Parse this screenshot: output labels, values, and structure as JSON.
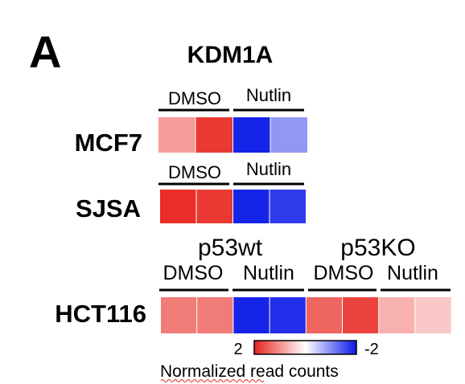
{
  "chart_data": {
    "type": "heatmap",
    "panel_label": "A",
    "title": "KDM1A",
    "legend": {
      "title": "Normalized read counts",
      "max_label": "2",
      "min_label": "-2",
      "range": [
        -2,
        2
      ],
      "colors": {
        "high": "#e8231c",
        "mid": "#ffffff",
        "low": "#0a18e8"
      }
    },
    "rows": [
      {
        "name": "MCF7",
        "groups": [],
        "conditions": [
          "DMSO",
          "Nutlin"
        ],
        "values": [
          0.9,
          1.8,
          -1.9,
          -0.9
        ]
      },
      {
        "name": "SJSA",
        "groups": [],
        "conditions": [
          "DMSO",
          "Nutlin"
        ],
        "values": [
          1.9,
          1.8,
          -1.9,
          -1.7
        ]
      },
      {
        "name": "HCT116",
        "groups": [
          "p53wt",
          "p53KO"
        ],
        "conditions": [
          "DMSO",
          "Nutlin",
          "DMSO",
          "Nutlin"
        ],
        "values": [
          1.2,
          1.2,
          -1.9,
          -1.8,
          1.4,
          1.7,
          0.7,
          0.5
        ]
      }
    ]
  }
}
